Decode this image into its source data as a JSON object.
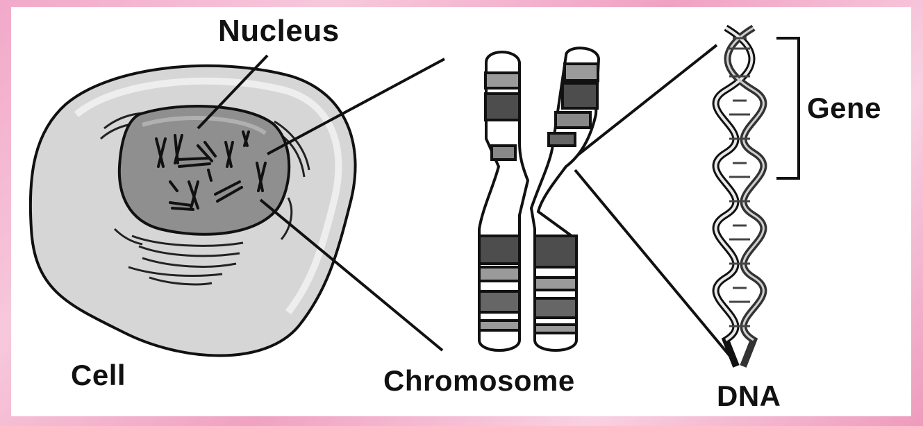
{
  "labels": {
    "nucleus": "Nucleus",
    "cell": "Cell",
    "chromosome": "Chromosome",
    "dna": "DNA",
    "gene": "Gene"
  },
  "colors": {
    "border_pink": "#f2a9c9",
    "outline": "#111111",
    "cell_fill": "#cfcfcf",
    "nucleus_fill": "#8c8c8c",
    "band_dark": "#555555"
  }
}
